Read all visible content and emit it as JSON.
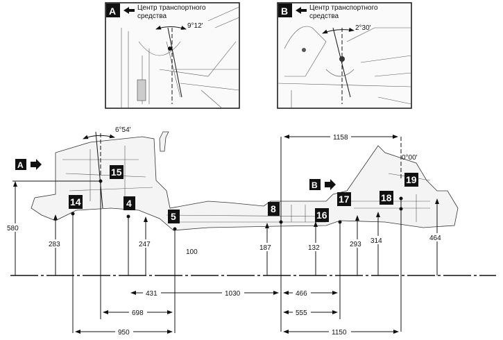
{
  "insets": [
    {
      "letter": "A",
      "caption_line1": "Центр транспортного",
      "caption_line2": "средства",
      "angle": "9°12'"
    },
    {
      "letter": "B",
      "caption_line1": "Центр транспортного",
      "caption_line2": "средства",
      "angle": "2°30'"
    }
  ],
  "view_markers": {
    "a": "A",
    "b": "B"
  },
  "angles": {
    "front": "6°54'",
    "rear": "0°00'"
  },
  "points": [
    "15",
    "14",
    "4",
    "5",
    "8",
    "16",
    "17",
    "18",
    "19"
  ],
  "heights": {
    "p580": "580",
    "p283": "283",
    "p247": "247",
    "p100": "100",
    "p187": "187",
    "p132": "132",
    "p293": "293",
    "p314": "314",
    "p464": "464"
  },
  "lengths": {
    "l1158": "1158",
    "l431": "431",
    "l1030": "1030",
    "l466": "466",
    "l698": "698",
    "l555": "555",
    "l950": "950",
    "l1150": "1150"
  }
}
